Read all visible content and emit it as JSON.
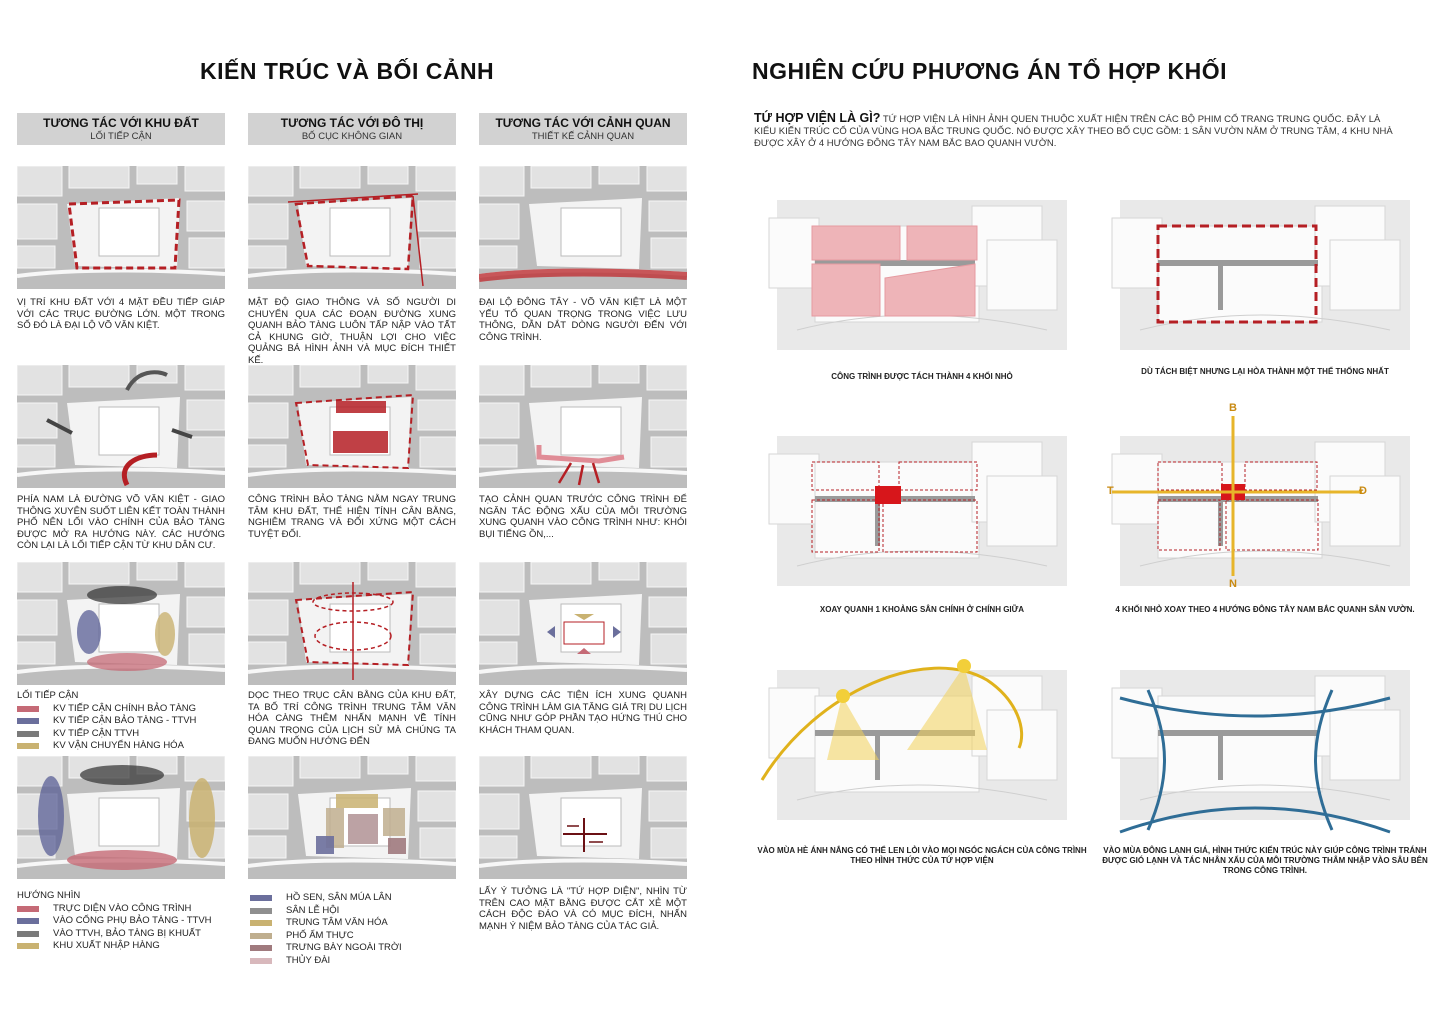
{
  "left_title": "KIẾN TRÚC VÀ BỐI CẢNH",
  "right_title": "NGHIÊN CỨU PHƯƠNG ÁN TỔ HỢP KHỐI",
  "columns": [
    {
      "heading": "TƯƠNG TÁC VỚI KHU ĐẤT",
      "subheading": "LỐI TIẾP CẬN"
    },
    {
      "heading": "TƯƠNG TÁC VỚI ĐÔ THỊ",
      "subheading": "BỐ CỤC KHÔNG GIAN"
    },
    {
      "heading": "TƯƠNG TÁC VỚI CẢNH QUAN",
      "subheading": "THIẾT KẾ CẢNH QUAN"
    }
  ],
  "rows": [
    [
      "VỊ TRÍ KHU ĐẤT VỚI 4 MẶT ĐỀU TIẾP GIÁP VỚI CÁC TRỤC ĐƯỜNG LỚN. MỘT TRONG SỐ ĐÓ LÀ ĐẠI LỘ VÕ VĂN KIỆT.",
      "MẬT ĐỘ GIAO THÔNG VÀ SỐ NGƯỜI DI CHUYỂN QUA CÁC ĐOẠN ĐƯỜNG XUNG QUANH BẢO TÀNG LUÔN TẤP NẬP VÀO TẤT CẢ KHUNG GIỜ, THUẬN LỢI CHO VIỆC QUẢNG BÁ HÌNH ẢNH VÀ MỤC ĐÍCH THIẾT KẾ.",
      "ĐẠI LỘ ĐÔNG TÂY - VÕ VĂN KIỆT LÀ MỘT YẾU TỐ QUAN TRỌNG TRONG VIỆC LƯU THÔNG, DẪN DẮT DÒNG NGƯỜI ĐẾN VỚI CÔNG TRÌNH."
    ],
    [
      "PHÍA NAM LÀ ĐƯỜNG VÕ VĂN KIỆT - GIAO THÔNG XUYÊN SUỐT LIÊN KẾT TOÀN THÀNH PHỐ NÊN LỐI VÀO CHÍNH CỦA BẢO TÀNG ĐƯỢC MỞ RA HƯỚNG NÀY. CÁC HƯỚNG CÒN LẠI LÀ LỐI TIẾP CẬN TỪ KHU DÂN CƯ.",
      "CÔNG TRÌNH BẢO TÀNG NẰM NGAY TRUNG TÂM KHU ĐẤT, THỂ HIỆN TÍNH CÂN BẰNG, NGHIÊM TRANG VÀ ĐỐI XỨNG MỘT CÁCH TUYỆT ĐỐI.",
      "TẠO CẢNH QUAN TRƯỚC CÔNG TRÌNH ĐỂ NGĂN TÁC ĐỘNG XẤU CỦA MÔI TRƯỜNG XUNG QUANH VÀO CÔNG TRÌNH NHƯ: KHÓI BỤI TIẾNG ỒN,..."
    ],
    [
      "",
      "DỌC THEO TRỤC CÂN BẰNG CỦA KHU ĐẤT, TA BỐ TRÍ CÔNG TRÌNH TRUNG TÂM VĂN HÓA CÀNG THÊM NHẤN MẠNH VỀ TÍNH QUAN TRỌNG CỦA LỊCH SỬ MÀ CHÚNG TA ĐANG MUỐN HƯỚNG ĐẾN",
      "XÂY DỰNG CÁC TIỆN ÍCH XUNG QUANH CÔNG TRÌNH LÀM GIA TĂNG GIÁ TRỊ DU LỊCH CŨNG NHƯ GÓP PHẦN TẠO HỨNG THÚ CHO KHÁCH THAM QUAN."
    ],
    [
      "",
      "",
      "LẤY Ý TƯỞNG LÀ \"TỨ HỢP DIỆN\", NHÌN TỪ TRÊN CAO MẶT BẰNG ĐƯỢC CẮT XẺ MỘT CÁCH ĐỘC ĐÁO VÀ CÓ MỤC ĐÍCH, NHẤN MẠNH Ý NIỆM BẢO TÀNG CỦA TÁC GIẢ."
    ]
  ],
  "legend_access": {
    "title": "LỐI TIẾP CẬN",
    "items": [
      {
        "label": "KV TIẾP CẬN CHÍNH BẢO TÀNG",
        "color": "#c56a76"
      },
      {
        "label": "KV TIẾP CẬN BẢO TÀNG - TTVH",
        "color": "#6b6f9c"
      },
      {
        "label": "KV TIẾP CẬN TTVH",
        "color": "#7a7a7a"
      },
      {
        "label": "KV VẬN CHUYỂN HÀNG HÓA",
        "color": "#c9b271"
      }
    ]
  },
  "legend_view": {
    "title": "HƯỚNG NHÌN",
    "items": [
      {
        "label": "TRỰC DIỆN VÀO CÔNG TRÌNH",
        "color": "#c56a76"
      },
      {
        "label": "VÀO CỔNG PHỤ BẢO TÀNG - TTVH",
        "color": "#6b6f9c"
      },
      {
        "label": "VÀO TTVH, BẢO TÀNG BỊ KHUẤT",
        "color": "#7a7a7a"
      },
      {
        "label": "KHU XUẤT NHẬP HÀNG",
        "color": "#c9b271"
      }
    ]
  },
  "legend_zones": {
    "items": [
      {
        "label": "HỒ SEN, SÂN MÚA LÂN",
        "color": "#6b6f9c"
      },
      {
        "label": "SÂN LỄ HỘI",
        "color": "#8f8f8f"
      },
      {
        "label": "TRUNG TÂM VĂN HÓA",
        "color": "#c9b271"
      },
      {
        "label": "PHỐ ẨM THỰC",
        "color": "#bfae8e"
      },
      {
        "label": "TRƯNG BÀY NGOÀI TRỜI",
        "color": "#a07a7e"
      },
      {
        "label": "THỦY ĐÀI",
        "color": "#d8b8bc"
      }
    ]
  },
  "intro": {
    "lead": "TỨ HỢP VIỆN LÀ GÌ?",
    "text": " TỨ HỢP VIỆN LÀ HÌNH ẢNH QUEN THUỘC XUẤT HIỆN TRÊN CÁC BỘ PHIM CỔ TRANG TRUNG QUỐC. ĐÂY LÀ KIỂU KIẾN TRÚC CỔ CỦA VÙNG HOA BẮC TRUNG QUỐC. NÓ ĐƯỢC XÂY THEO BỐ CỤC GỒM: 1 SÂN VƯỜN NẰM Ở TRUNG TÂM, 4 KHU NHÀ ĐƯỢC XÂY Ở 4 HƯỚNG ĐÔNG TÂY NAM BẮC BAO QUANH VƯỜN."
  },
  "captions": [
    "CÔNG TRÌNH ĐƯỢC TÁCH THÀNH 4 KHỐI NHỎ",
    "DÙ TÁCH BIỆT NHƯNG LẠI HÒA THÀNH MỘT THỂ THỐNG NHẤT",
    "XOAY QUANH 1 KHOẢNG SÂN CHÍNH Ở CHÍNH GIỮA",
    "4 KHỐI NHỎ XOAY THEO 4 HƯỚNG ĐÔNG TÂY NAM BẮC QUANH SÂN VƯỜN.",
    "VÀO MÙA HÈ ÁNH NẮNG CÓ THỂ LEN LỎI VÀO MỌI NGÓC NGÁCH CỦA CÔNG TRÌNH THEO HÌNH THỨC CỦA TỨ HỢP VIỆN",
    "VÀO MÙA ĐÔNG LẠNH GIÁ, HÌNH THỨC KIẾN TRÚC NÀY GIÚP CÔNG TRÌNH TRÁNH ĐƯỢC GIÓ LẠNH VÀ TÁC NHÂN XẤU CỦA MÔI TRƯỜNG THÂM NHẬP VÀO SÂU BÊN TRONG CÔNG TRÌNH."
  ],
  "compass": {
    "north": "B",
    "south": "N",
    "west": "T",
    "east": "Đ"
  },
  "colors": {
    "accent_red": "#b51f24",
    "yellow": "#e0b21c",
    "blue": "#2f6d96"
  }
}
